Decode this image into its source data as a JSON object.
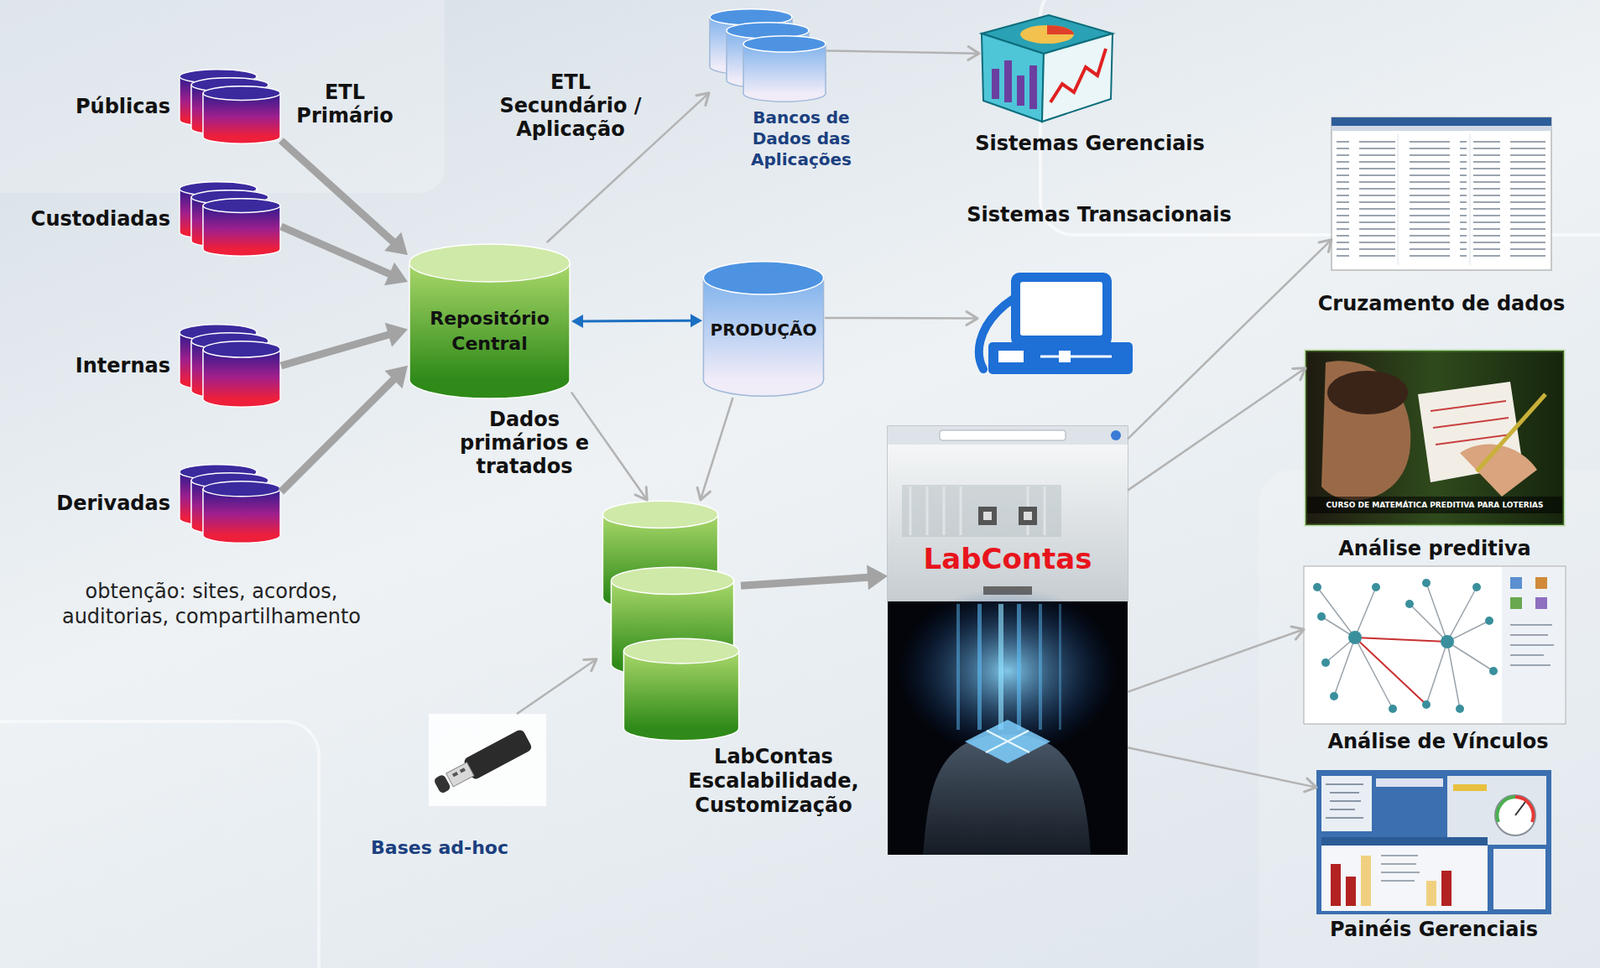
{
  "diagram": {
    "nodes": [
      {
        "text": [
          "Públicas"
        ]
      },
      {
        "text": [
          "Custodiadas"
        ]
      },
      {
        "text": [
          "Internas"
        ]
      },
      {
        "text": [
          "Derivadas"
        ]
      },
      {
        "text": [
          "Repositório Central"
        ]
      },
      {
        "text": [
          "Bancos de Dados das Aplicações"
        ]
      },
      {
        "text": [
          "Sistemas Gerenciais"
        ]
      },
      {
        "text": [
          "Sistemas Transacionais"
        ]
      },
      {
        "text": [
          "PRODUÇÃO"
        ]
      },
      {
        "text": [
          "LabContas Escalabilidade, Customização"
        ]
      },
      {
        "text": [
          "Bases ad-hoc"
        ]
      },
      {
        "text": [
          "LabContas"
        ]
      },
      {
        "text": [
          "Cruzamento de dados"
        ]
      },
      {
        "text": [
          "Análise preditiva"
        ]
      },
      {
        "text": [
          "Análise de Vínculos"
        ]
      },
      {
        "text": [
          "Painéis Gerenciais"
        ]
      }
    ],
    "edges": [
      {
        "from": 0,
        "to": 4,
        "arrow": "to"
      },
      {
        "from": 1,
        "to": 4,
        "arrow": "to"
      },
      {
        "from": 2,
        "to": 4,
        "arrow": "to"
      },
      {
        "from": 3,
        "to": 4,
        "arrow": "to"
      },
      {
        "from": 4,
        "to": 5,
        "arrow": "to"
      },
      {
        "from": 5,
        "to": 6,
        "arrow": "to"
      },
      {
        "from": 4,
        "to": 8,
        "arrow": "both"
      },
      {
        "from": 8,
        "to": 7,
        "arrow": "to"
      },
      {
        "from": 4,
        "to": 9,
        "arrow": "to"
      },
      {
        "from": 8,
        "to": 9,
        "arrow": "to"
      },
      {
        "from": 10,
        "to": 9,
        "arrow": "to"
      },
      {
        "from": 9,
        "to": 11,
        "arrow": "to"
      },
      {
        "from": 11,
        "to": 12,
        "arrow": "to"
      },
      {
        "from": 11,
        "to": 13,
        "arrow": "to"
      },
      {
        "from": 11,
        "to": 14,
        "arrow": "to"
      },
      {
        "from": 11,
        "to": 15,
        "arrow": "to"
      }
    ],
    "labels": [
      "ETL Primário",
      "ETL Secundário / Aplicação",
      "Dados primários e tratados",
      "obtenção: sites, acordos, auditorias, compartilhamento",
      "CURSO DE MATEMÁTICA PREDITIVA PARA LOTERIAS"
    ]
  }
}
